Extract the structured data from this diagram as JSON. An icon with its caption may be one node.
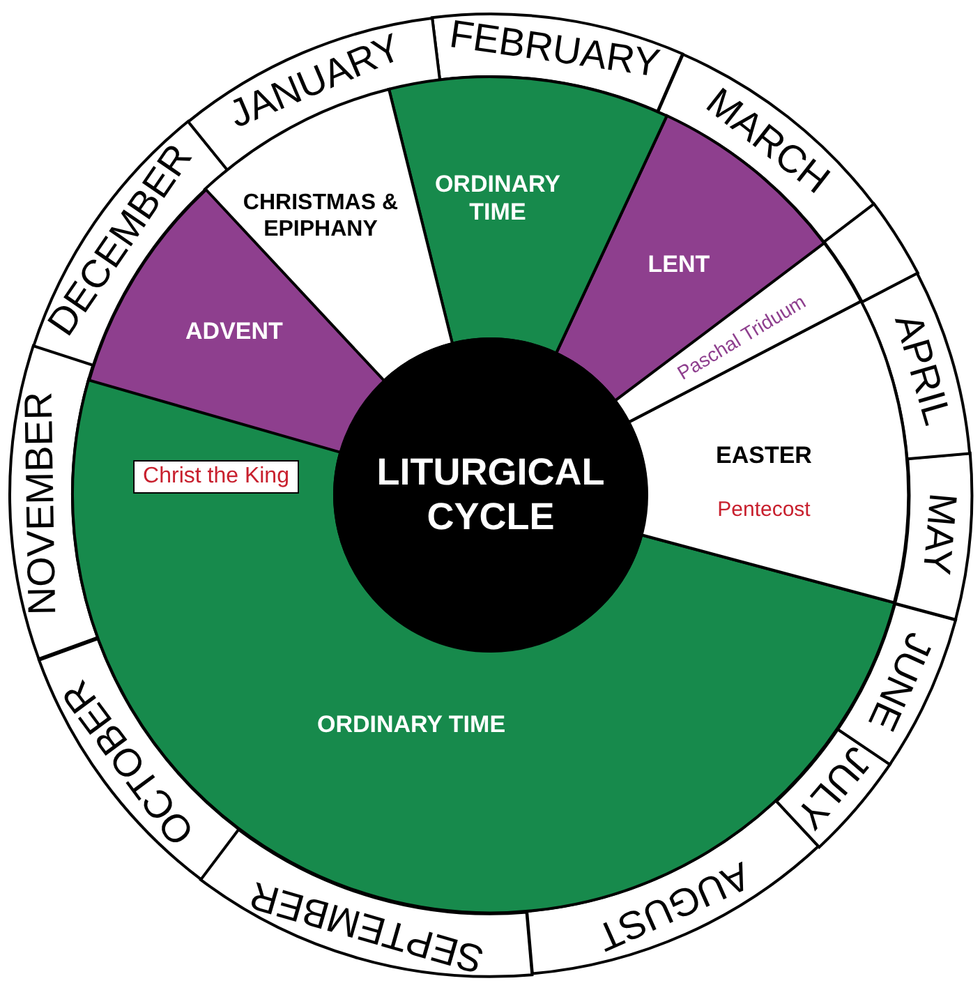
{
  "diagram": {
    "nodes": [
      {
        "text": [
          "LITURGICAL CYCLE"
        ]
      },
      {
        "text": [
          "ADVENT"
        ]
      },
      {
        "text": [
          "CHRISTMAS & EPIPHANY"
        ]
      },
      {
        "text": [
          "ORDINARY TIME"
        ]
      },
      {
        "text": [
          "LENT"
        ]
      },
      {
        "text": [
          "Paschal Triduum"
        ]
      },
      {
        "text": [
          "EASTER",
          "Pentecost"
        ]
      },
      {
        "text": [
          "ORDINARY TIME"
        ]
      },
      {
        "text": [
          "Christ the King"
        ],
        "in": 7
      },
      {
        "text": [
          "JANUARY"
        ]
      },
      {
        "text": [
          "FEBRUARY"
        ]
      },
      {
        "text": [
          "MARCH"
        ]
      },
      {
        "text": [],
        "shape": "box"
      },
      {
        "text": [
          "APRIL"
        ]
      },
      {
        "text": [
          "MAY"
        ]
      },
      {
        "text": [
          "JUNE"
        ]
      },
      {
        "text": [
          "JULY"
        ]
      },
      {
        "text": [
          "AUGUST"
        ]
      },
      {
        "text": [
          "SEPTEMBER"
        ]
      },
      {
        "text": [
          "OCTOBER"
        ]
      },
      {
        "text": [
          "NOVEMBER"
        ]
      },
      {
        "text": [
          "DECEMBER"
        ]
      }
    ]
  }
}
